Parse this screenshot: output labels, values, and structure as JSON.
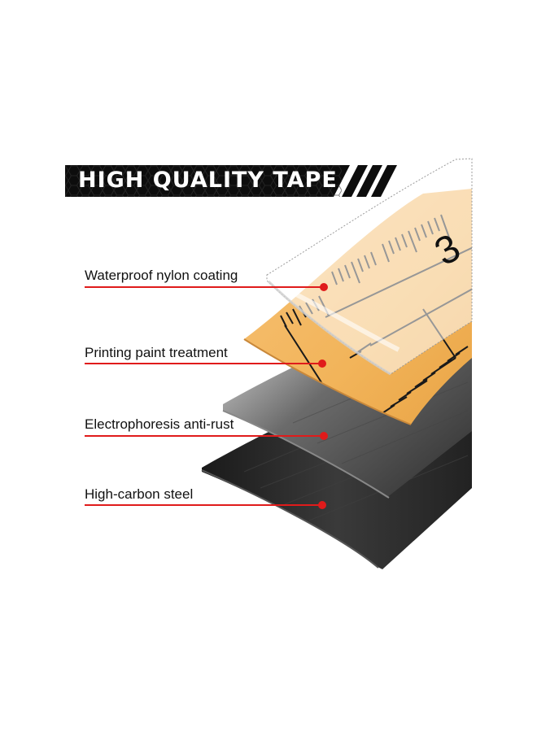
{
  "banner": {
    "title": "HIGH QUALITY TAPE"
  },
  "ruler_digit": "3",
  "layers": [
    {
      "label": "Waterproof nylon coating"
    },
    {
      "label": "Printing paint treatment"
    },
    {
      "label": "Electrophoresis anti-rust"
    },
    {
      "label": "High-carbon steel"
    }
  ],
  "colors": {
    "callout_line": "#e01b1b",
    "banner_bg": "#0d0d0d",
    "tape_yellow": "#f2b45a",
    "steel_dark": "#2b2b2b"
  }
}
